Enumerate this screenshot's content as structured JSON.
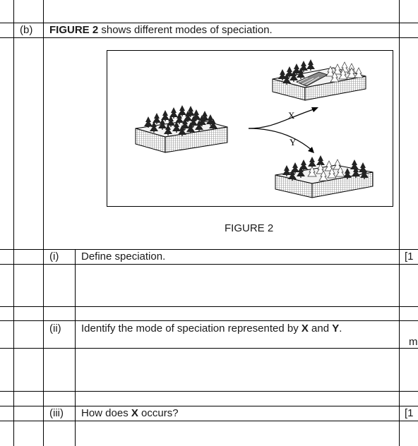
{
  "part_b": {
    "label": "(b)",
    "intro_bold": "FIGURE 2",
    "intro_rest": " shows different modes of speciation."
  },
  "figure": {
    "label_x": "X",
    "label_y": "Y",
    "caption": "FIGURE 2"
  },
  "questions": [
    {
      "number": "(i)",
      "segments": [
        "Define speciation."
      ],
      "marks": "[1"
    },
    {
      "number": "(ii)",
      "segments": [
        "Identify the mode of speciation represented by ",
        "X",
        " and ",
        "Y",
        "."
      ],
      "marks": "m"
    },
    {
      "number": "(iii)",
      "segments": [
        "How does ",
        "X",
        " occurs?"
      ],
      "marks": "[1"
    }
  ]
}
